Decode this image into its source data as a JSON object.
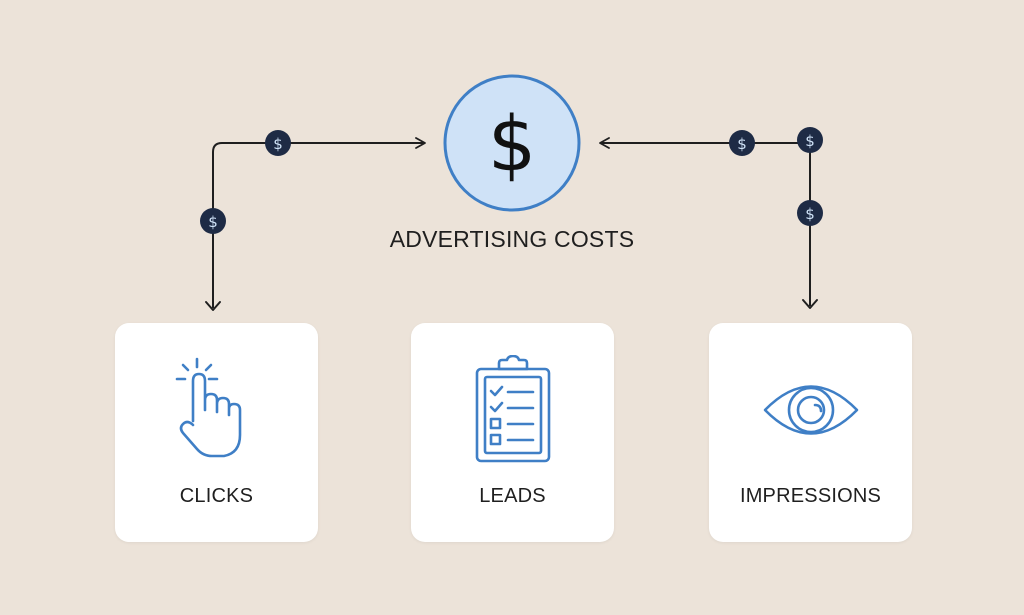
{
  "diagram": {
    "title": "ADVERTISING COSTS",
    "center_symbol": "$",
    "coin_symbol": "$",
    "colors": {
      "background": "#ece3d9",
      "center_fill": "#cfe2f7",
      "center_stroke": "#3f7fc6",
      "icon_blue": "#3f7fc6",
      "coin_fill": "#1e2b45",
      "coin_text": "#cfe2f7",
      "line": "#1f1f1f"
    },
    "cards": [
      {
        "label": "CLICKS",
        "icon": "pointer-hand-icon"
      },
      {
        "label": "LEADS",
        "icon": "clipboard-checklist-icon"
      },
      {
        "label": "IMPRESSIONS",
        "icon": "eye-icon"
      }
    ]
  }
}
